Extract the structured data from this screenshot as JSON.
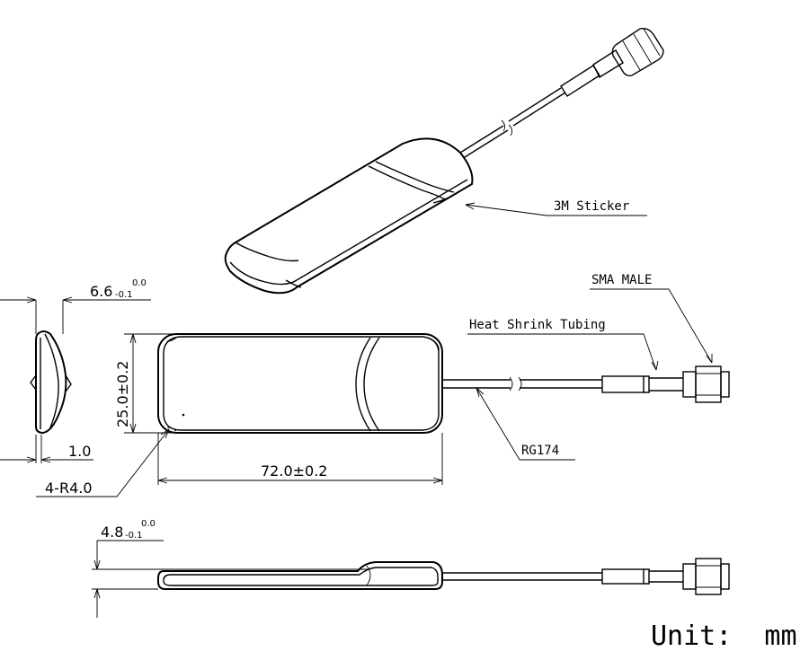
{
  "labels": {
    "sticker": "3M Sticker",
    "sma": "SMA MALE",
    "heat_shrink": "Heat Shrink Tubing",
    "cable": "RG174",
    "unit": "Unit:  mm"
  },
  "dimensions": {
    "thickness_main": "6.6",
    "thickness_main_tol_upper": "0.0",
    "thickness_main_tol_lower": "-0.1",
    "edge": "1.0",
    "corner_radius": "4-R4.0",
    "width": "25.0±0.2",
    "length": "72.0±0.2",
    "thickness_side": "4.8",
    "thickness_side_tol_upper": "0.0",
    "thickness_side_tol_lower": "-0.1"
  }
}
